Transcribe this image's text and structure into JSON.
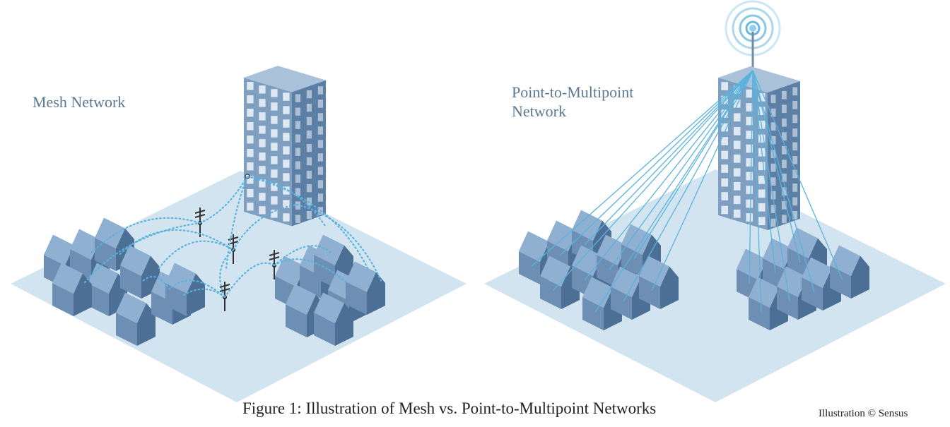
{
  "mesh": {
    "title": "Mesh Network"
  },
  "p2mp": {
    "title_line1": "Point-to-Multipoint",
    "title_line2": "Network"
  },
  "caption": "Figure 1: Illustration of Mesh vs. Point-to-Multipoint Networks",
  "credit": "Illustration © Sensus",
  "colors": {
    "ground": "#cfe2ee",
    "building_front": "#7f9fc0",
    "building_side": "#5c7fa5",
    "building_top": "#a9c2da",
    "window": "#eef4fa",
    "house_front": "#6d8fb3",
    "house_side": "#4c6f96",
    "house_roof": "#8fb0d0",
    "link": "#5ab3dd",
    "text": "#5a7894"
  }
}
